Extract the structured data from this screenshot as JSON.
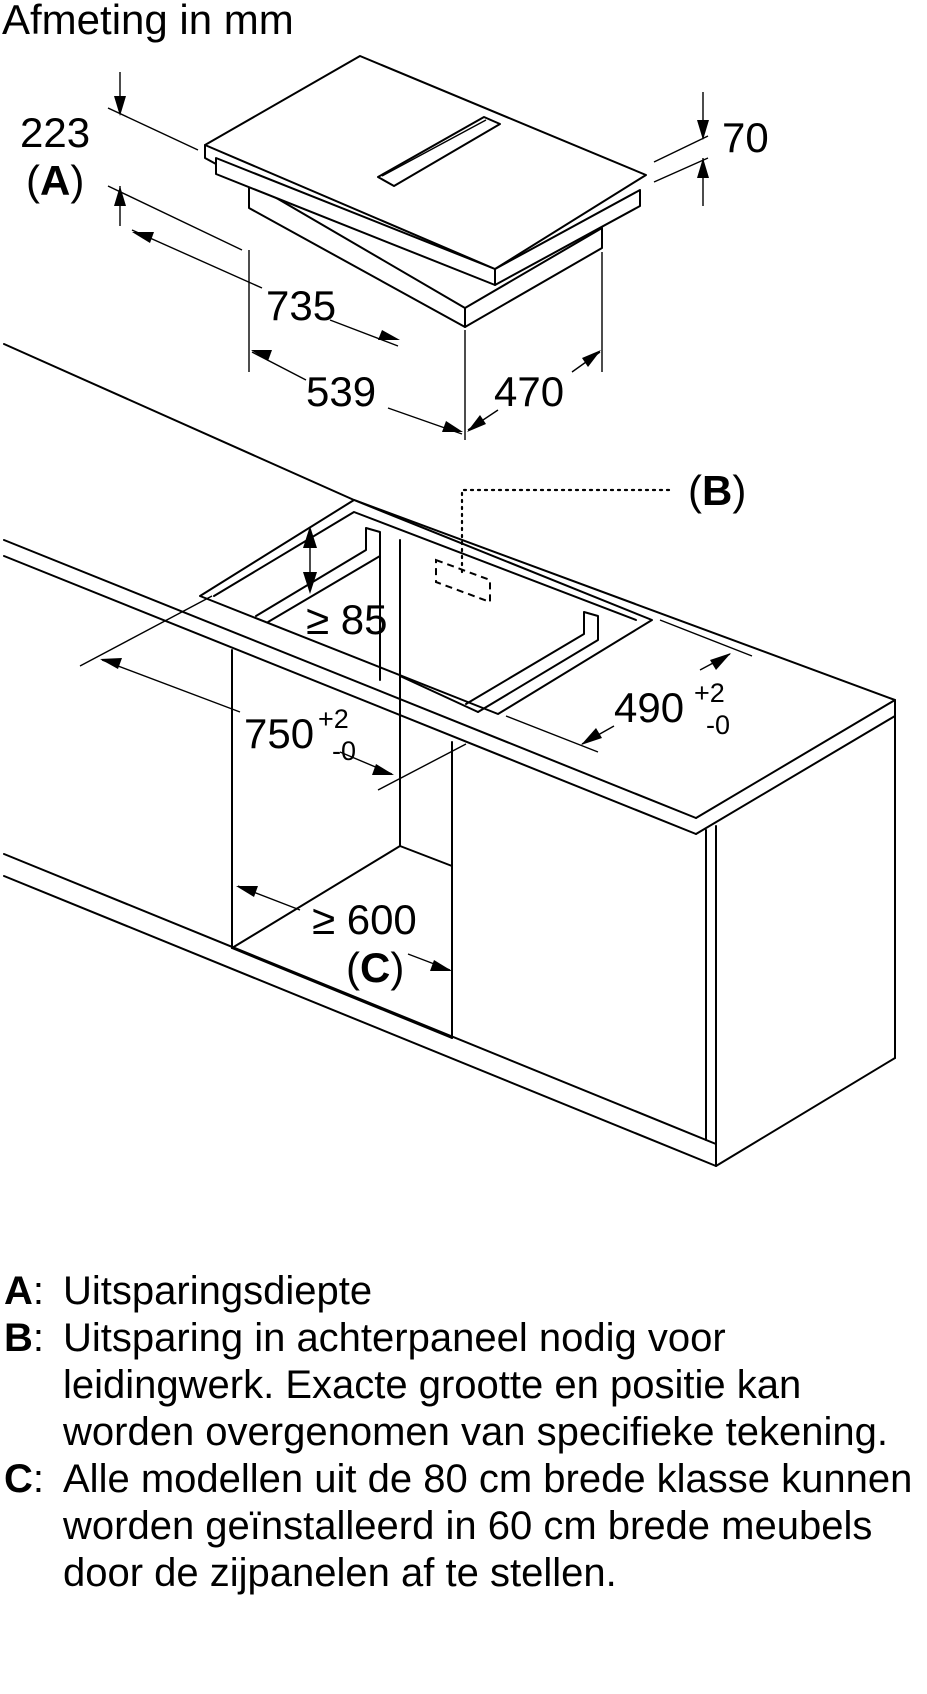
{
  "diagram": {
    "title": "Afmeting in mm",
    "labels": {
      "depth_value": "223",
      "depth_letter": "A",
      "hob_width": "735",
      "hob_inner_width": "539",
      "hob_inner_depth": "470",
      "hob_height": "70",
      "rear_cutout_letter": "B",
      "min_distance": "≥ 85",
      "cutout_width": "750",
      "cutout_width_tol_plus": "+2",
      "cutout_width_tol_minus": "-0",
      "cutout_depth": "490",
      "cutout_depth_tol_plus": "+2",
      "cutout_depth_tol_minus": "-0",
      "cabinet_width": "≥ 600",
      "cabinet_letter": "C"
    }
  },
  "legend": {
    "items": [
      {
        "key": "A",
        "text": "Uitsparingsdiepte"
      },
      {
        "key": "B",
        "text": "Uitsparing in achterpaneel nodig voor leidingwerk. Exacte grootte en positie kan worden overgenomen van specifieke tekening."
      },
      {
        "key": "C",
        "text": "Alle modellen uit de 80 cm brede klasse kunnen worden geïnstalleerd in 60 cm brede meubels door de zijpanelen af te stellen."
      }
    ]
  }
}
